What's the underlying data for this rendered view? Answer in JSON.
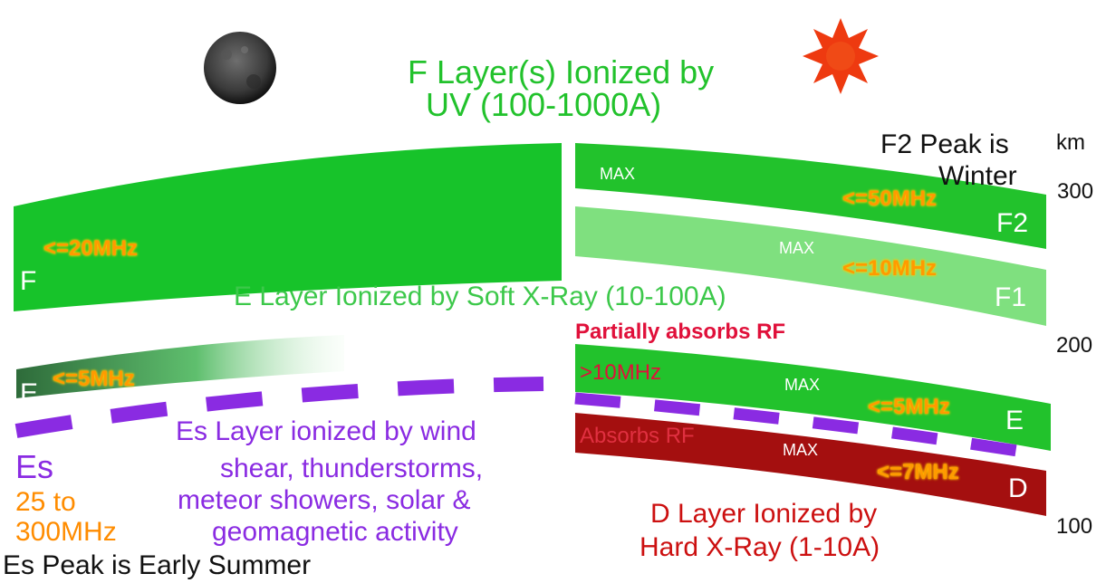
{
  "title": {
    "line1": "F Layer(s) Ionized by",
    "line2": "UV (100-1000A)"
  },
  "f2_peak": {
    "line1": "F2 Peak is",
    "line2": "Winter"
  },
  "altitude": {
    "unit": "km",
    "ticks": [
      "300",
      "200",
      "100"
    ]
  },
  "night_side": {
    "f_layer": {
      "label": "F",
      "freq": "<=20MHz"
    },
    "e_layer": {
      "label": "E",
      "freq": "<=5MHz"
    }
  },
  "day_side": {
    "f2_layer": {
      "label": "F2",
      "max": "MAX",
      "freq": "<=50MHz"
    },
    "f1_layer": {
      "label": "F1",
      "max": "MAX",
      "freq": "<=10MHz"
    },
    "e_layer": {
      "label": "E",
      "max": "MAX",
      "freq": "<=5MHz",
      "absorb": ">10MHz"
    },
    "d_layer": {
      "label": "D",
      "max": "MAX",
      "freq": "<=7MHz",
      "absorb": "Absorbs RF"
    }
  },
  "e_layer_desc": "E Layer Ionized by Soft X-Ray (10-100A)",
  "partially_absorbs": "Partially absorbs RF",
  "es_layer": {
    "label": "Es",
    "range_line1": "25 to",
    "range_line2": "300MHz",
    "desc_lines": [
      "Es Layer ionized by wind",
      "shear, thunderstorms,",
      "meteor showers, solar &",
      "geomagnetic activity"
    ],
    "peak": "Es Peak is Early Summer"
  },
  "d_layer_desc": {
    "line1": "D Layer Ionized by",
    "line2": "Hard X-Ray (1-10A)"
  },
  "colors": {
    "f_night": "#17c32a",
    "f2_day": "#22c22c",
    "f1_day": "#7fe07f",
    "e_day": "#22c22c",
    "e_night_dark": "#2e6b3a",
    "d_layer": "#a40f0f",
    "es_dash": "#8a2be2",
    "sun": "#ee3a10",
    "moon": "#3c3c3c"
  },
  "icons": {
    "moon": "moon-icon",
    "sun": "sun-icon"
  }
}
